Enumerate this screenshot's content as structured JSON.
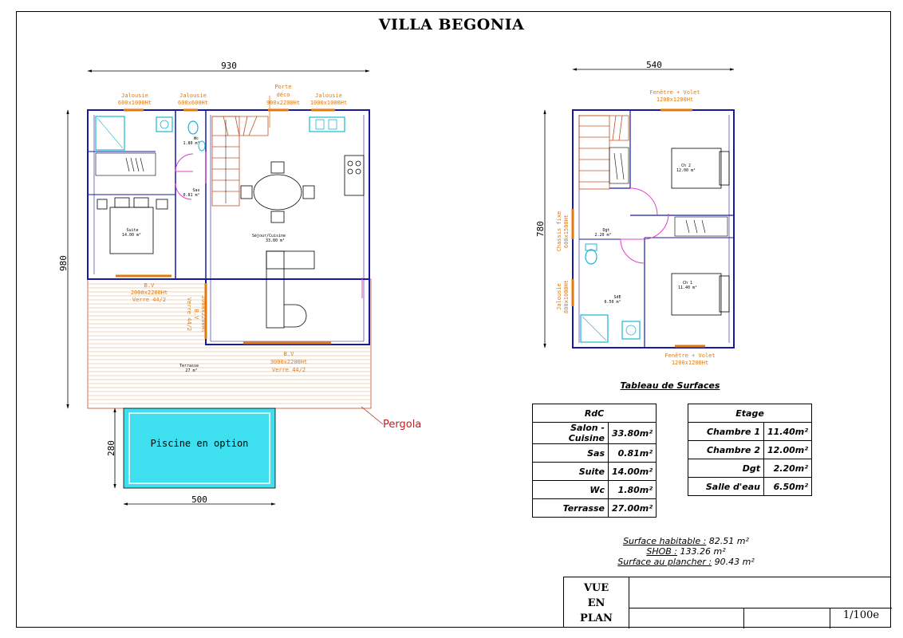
{
  "title": "VILLA BEGONIA",
  "ground_floor": {
    "dim_width": "930",
    "dim_height": "980",
    "openings": {
      "jal1": [
        "Jalousie",
        "600x1000Ht"
      ],
      "jal2": [
        "Jalousie",
        "600x600Ht"
      ],
      "porte": [
        "Porte",
        "déco",
        "900x2200Ht"
      ],
      "jal3": [
        "Jalousie",
        "1000x1000Ht"
      ],
      "bv_left": [
        "B.V",
        "2000x2200Ht",
        "Verre 44/2"
      ],
      "bv_left_vertical": [
        "2000x2200Ht",
        "B.V",
        "Verre 44/2"
      ],
      "bv_bottom": [
        "B.V",
        "3000x2200Ht",
        "Verre 44/2"
      ]
    },
    "rooms": {
      "wc": [
        "Wc",
        "1.80 m²"
      ],
      "sas": [
        "Sas",
        "0.81 m²"
      ],
      "suite": [
        "Suite",
        "14.00 m²"
      ],
      "sejour": [
        "Séjour/Cuisine",
        "33.80 m²"
      ],
      "terrasse": [
        "Terrasse",
        "27 m²"
      ]
    },
    "pergola": "Pergola",
    "pool": "Piscine en option",
    "pool_dim_h": "280",
    "pool_dim_w": "500"
  },
  "upper_floor": {
    "dim_width": "540",
    "dim_height": "780",
    "openings": {
      "top": [
        "Fenêtre + Volet",
        "1200x1200Ht"
      ],
      "bottom": [
        "Fenêtre + Volet",
        "1200x1200Ht"
      ],
      "chassis": [
        "Chassis fixe",
        "600x1500Ht"
      ],
      "jal": [
        "Jalousie",
        "800x1000Ht"
      ]
    },
    "rooms": {
      "ch2": [
        "Ch 2",
        "12.00 m²"
      ],
      "dgt": [
        "Dgt",
        "2.20 m²"
      ],
      "ch1": [
        "Ch 1",
        "11.40 m²"
      ],
      "sde": [
        "SdE",
        "6.50 m²"
      ]
    }
  },
  "tables": {
    "title": "Tableau de Surfaces",
    "rdc": {
      "header": "RdC",
      "rows": [
        {
          "name": "Salon - Cuisine",
          "value": "33.80m²"
        },
        {
          "name": "Sas",
          "value": "0.81m²"
        },
        {
          "name": "Suite",
          "value": "14.00m²"
        },
        {
          "name": "Wc",
          "value": "1.80m²"
        },
        {
          "name": "Terrasse",
          "value": "27.00m²"
        }
      ]
    },
    "etage": {
      "header": "Etage",
      "rows": [
        {
          "name": "Chambre 1",
          "value": "11.40m²"
        },
        {
          "name": "Chambre 2",
          "value": "12.00m²"
        },
        {
          "name": "Dgt",
          "value": "2.20m²"
        },
        {
          "name": "Salle d'eau",
          "value": "6.50m²"
        }
      ]
    }
  },
  "summary": {
    "habitable_label": "Surface habitable :",
    "habitable_value": "82.51 m²",
    "shob_label": "SHOB :",
    "shob_value": "133.26 m²",
    "plancher_label": "Surface au plancher :",
    "plancher_value": "90.43 m²"
  },
  "cartouche": {
    "line1": "VUE",
    "line2": "EN",
    "line3": "PLAN",
    "scale": "1/100e"
  },
  "colors": {
    "wall": "#1a1aa0",
    "orange": "#e07a10",
    "magenta": "#e040c8",
    "cyan": "#19b7d6",
    "pool": "#3ee0ef",
    "wood": "#d9a878",
    "pergola": "#c02020"
  }
}
